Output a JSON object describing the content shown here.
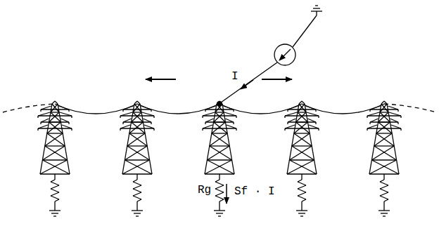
{
  "diagram": {
    "labels": [
      "I",
      "Rg",
      "Sf · I"
    ]
  }
}
